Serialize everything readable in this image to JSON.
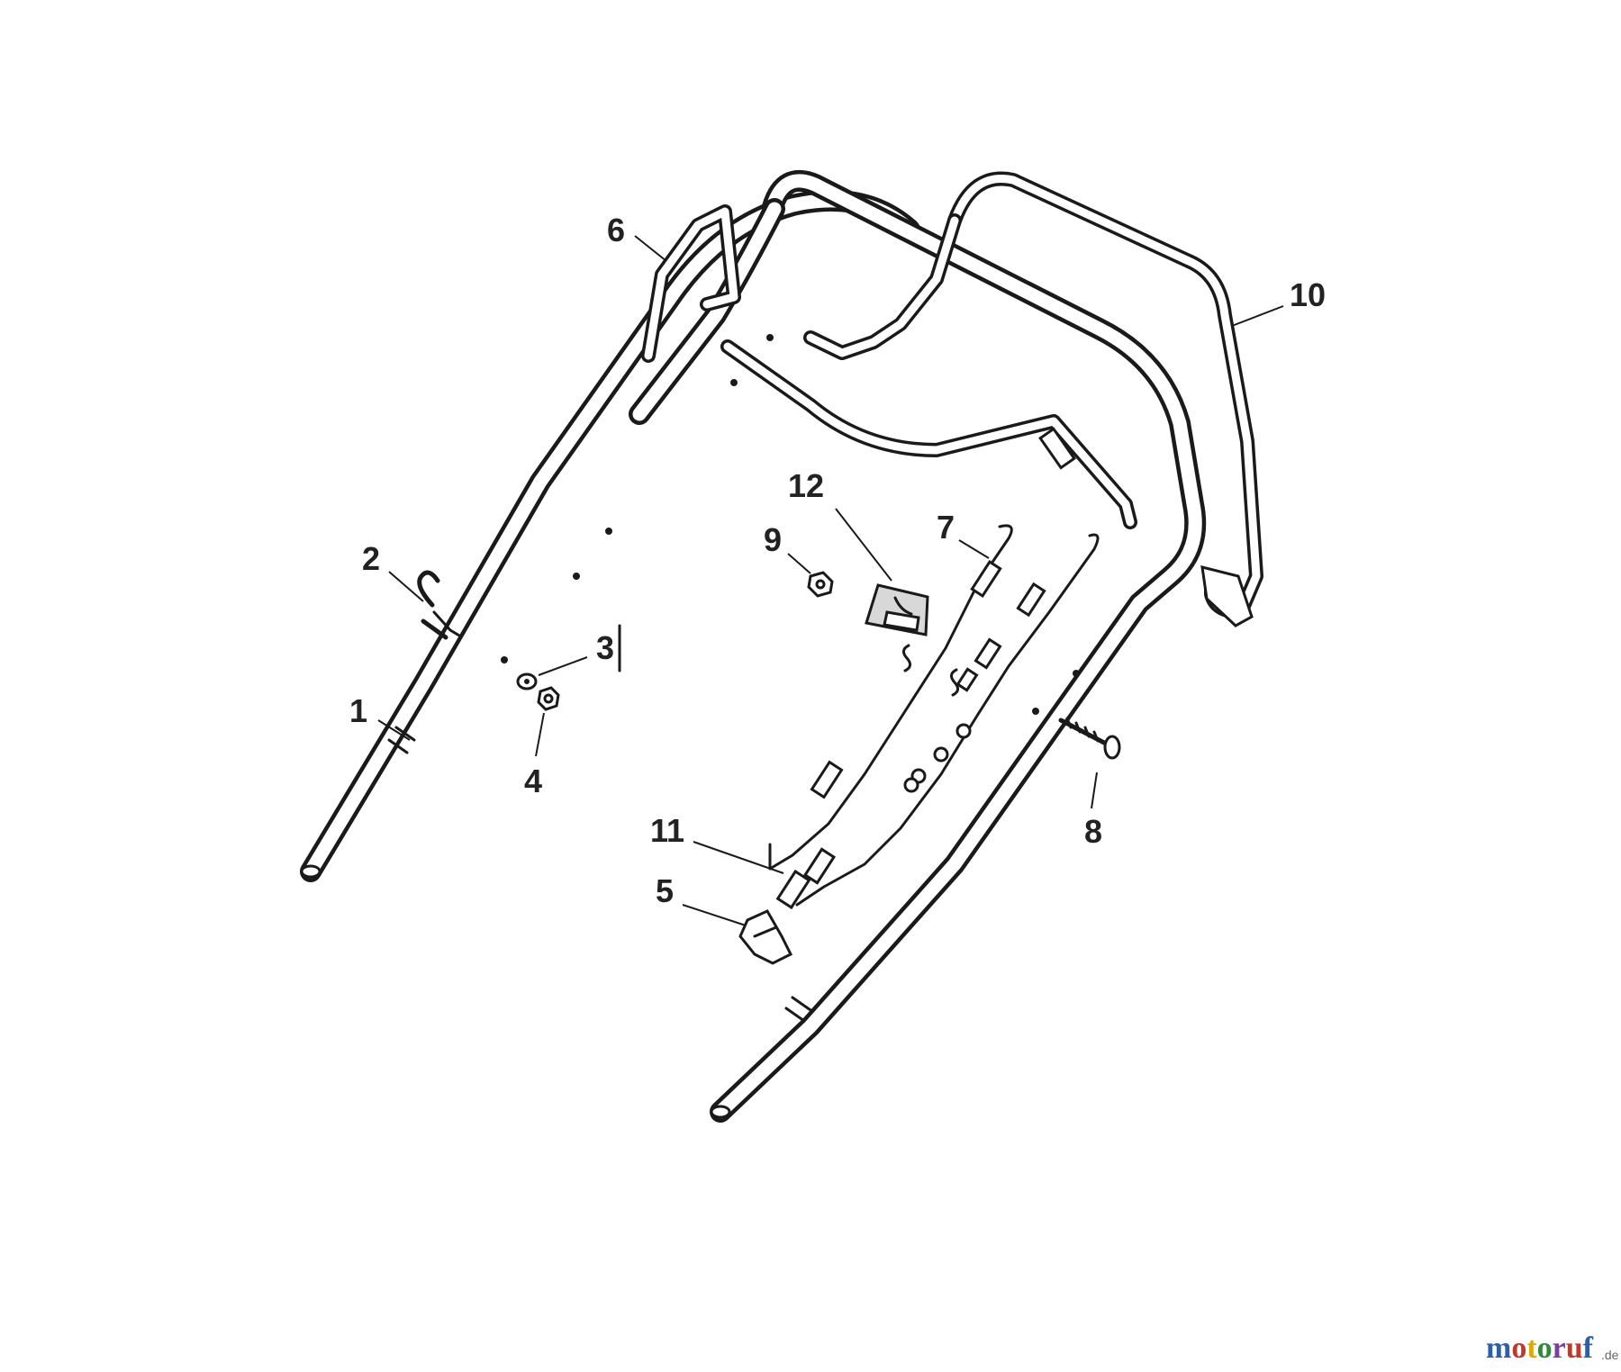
{
  "callouts": {
    "c1": "1",
    "c2": "2",
    "c3": "3",
    "c4": "4",
    "c5": "5",
    "c6": "6",
    "c7": "7",
    "c8": "8",
    "c9": "9",
    "c10": "10",
    "c11": "11",
    "c12": "12"
  },
  "watermark": {
    "text": "motoruf",
    "suffix": ".de",
    "colors": [
      "#2b5fa8",
      "#c0392b",
      "#e0a800",
      "#2e8b3a",
      "#7b3fa0",
      "#c0392b",
      "#2b5fa8"
    ]
  },
  "colors": {
    "line": "#1a1a1a",
    "background": "#ffffff"
  }
}
